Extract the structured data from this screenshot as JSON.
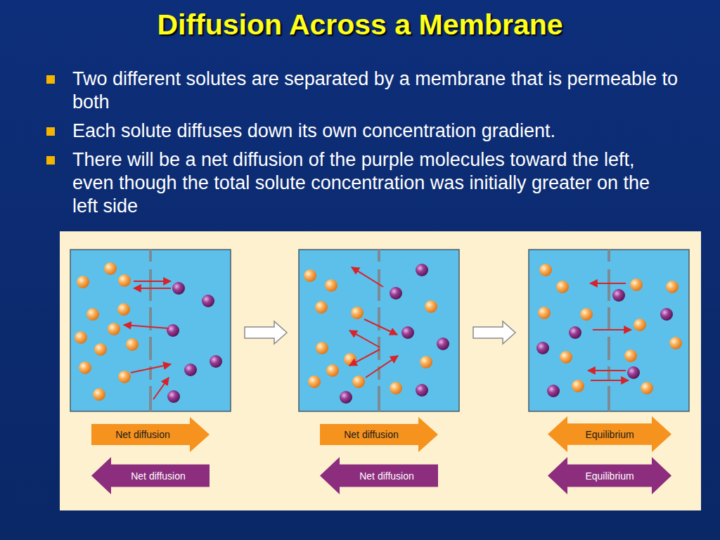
{
  "diagram": {
    "title": "Diffusion Across a Membrane",
    "nodes": [
      {
        "text": [
          "Net diffusion"
        ]
      },
      {
        "text": [
          "Net diffusion"
        ]
      },
      {
        "text": [
          "Equilibrium"
        ]
      },
      {
        "text": [
          "Net diffusion"
        ]
      },
      {
        "text": [
          "Net diffusion"
        ]
      },
      {
        "text": [
          "Equilibrium"
        ]
      }
    ],
    "labels": [
      "Two different solutes are separated by a membrane that is permeable to both",
      "Each solute diffuses down its own concentration gradient.",
      "There will be a net diffusion of the purple molecules toward the left, even though the total solute concentration was initially greater on the left side"
    ]
  }
}
